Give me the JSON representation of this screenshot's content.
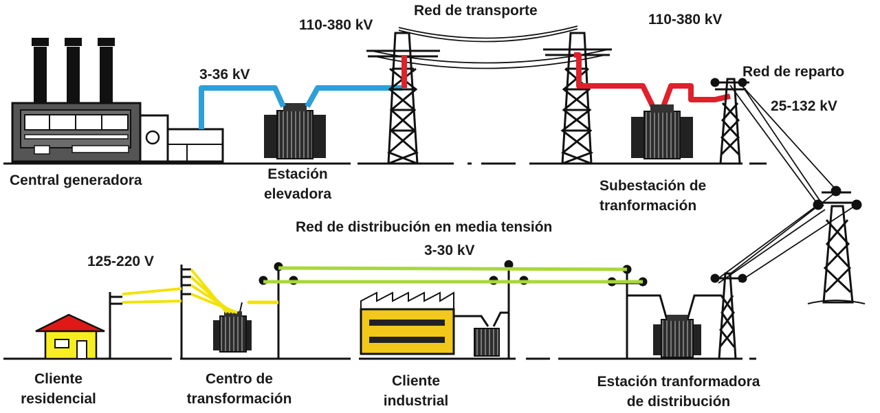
{
  "labels": {
    "central": "Central generadora",
    "elevadora": [
      "Estación",
      "elevadora"
    ],
    "red_transporte": "Red de transporte",
    "v_transporte_left": "110-380 kV",
    "v_transporte_right": "110-380 kV",
    "v_generacion": "3-36 kV",
    "red_reparto": "Red de reparto",
    "v_reparto": "25-132  kV",
    "subestacion": [
      "Subestación de",
      "tranformación"
    ],
    "red_media": "Red de distribución en media tensión",
    "v_media": "3-30 kV",
    "v_baja": "125-220  V",
    "cliente_residencial": [
      "Cliente",
      "residencial"
    ],
    "centro_transformacion": [
      "Centro de",
      "transformación"
    ],
    "cliente_industrial": [
      "Cliente",
      "industrial"
    ],
    "estacion_distribucion": [
      "Estación tranformadora",
      "de distribución"
    ]
  },
  "colors": {
    "generation_line": "#2e9fd9",
    "transport_line": "#e0202a",
    "medium_voltage_line": "#a8d83a",
    "low_voltage_line": "#f2e20a",
    "house_wall": "#f6ee1e",
    "house_roof": "#e01818",
    "factory": "#f2c81a"
  }
}
